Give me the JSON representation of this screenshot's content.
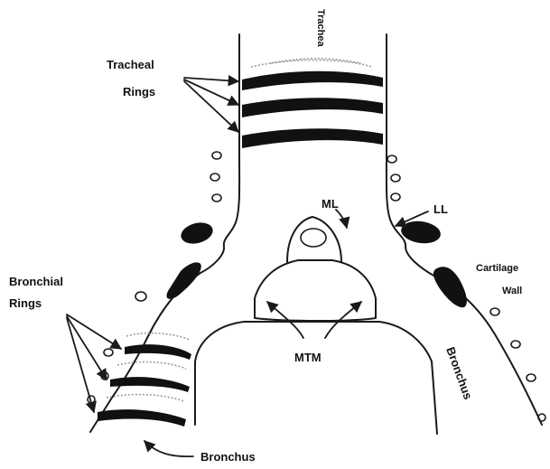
{
  "labels": {
    "trachea": "Trachea",
    "tracheal_rings_line1": "Tracheal",
    "tracheal_rings_line2": "Rings",
    "bronchial_rings_line1": "Bronchial",
    "bronchial_rings_line2": "Rings",
    "ml": "ML",
    "ll": "LL",
    "mtm": "MTM",
    "cartilage_wall_line1": "Cartilage",
    "cartilage_wall_line2": "Wall",
    "bronchus_right": "Bronchus",
    "bronchus_bottom": "Bronchus"
  },
  "colors": {
    "ink": "#111111",
    "faint": "#9a9a9a",
    "background": "#ffffff"
  }
}
